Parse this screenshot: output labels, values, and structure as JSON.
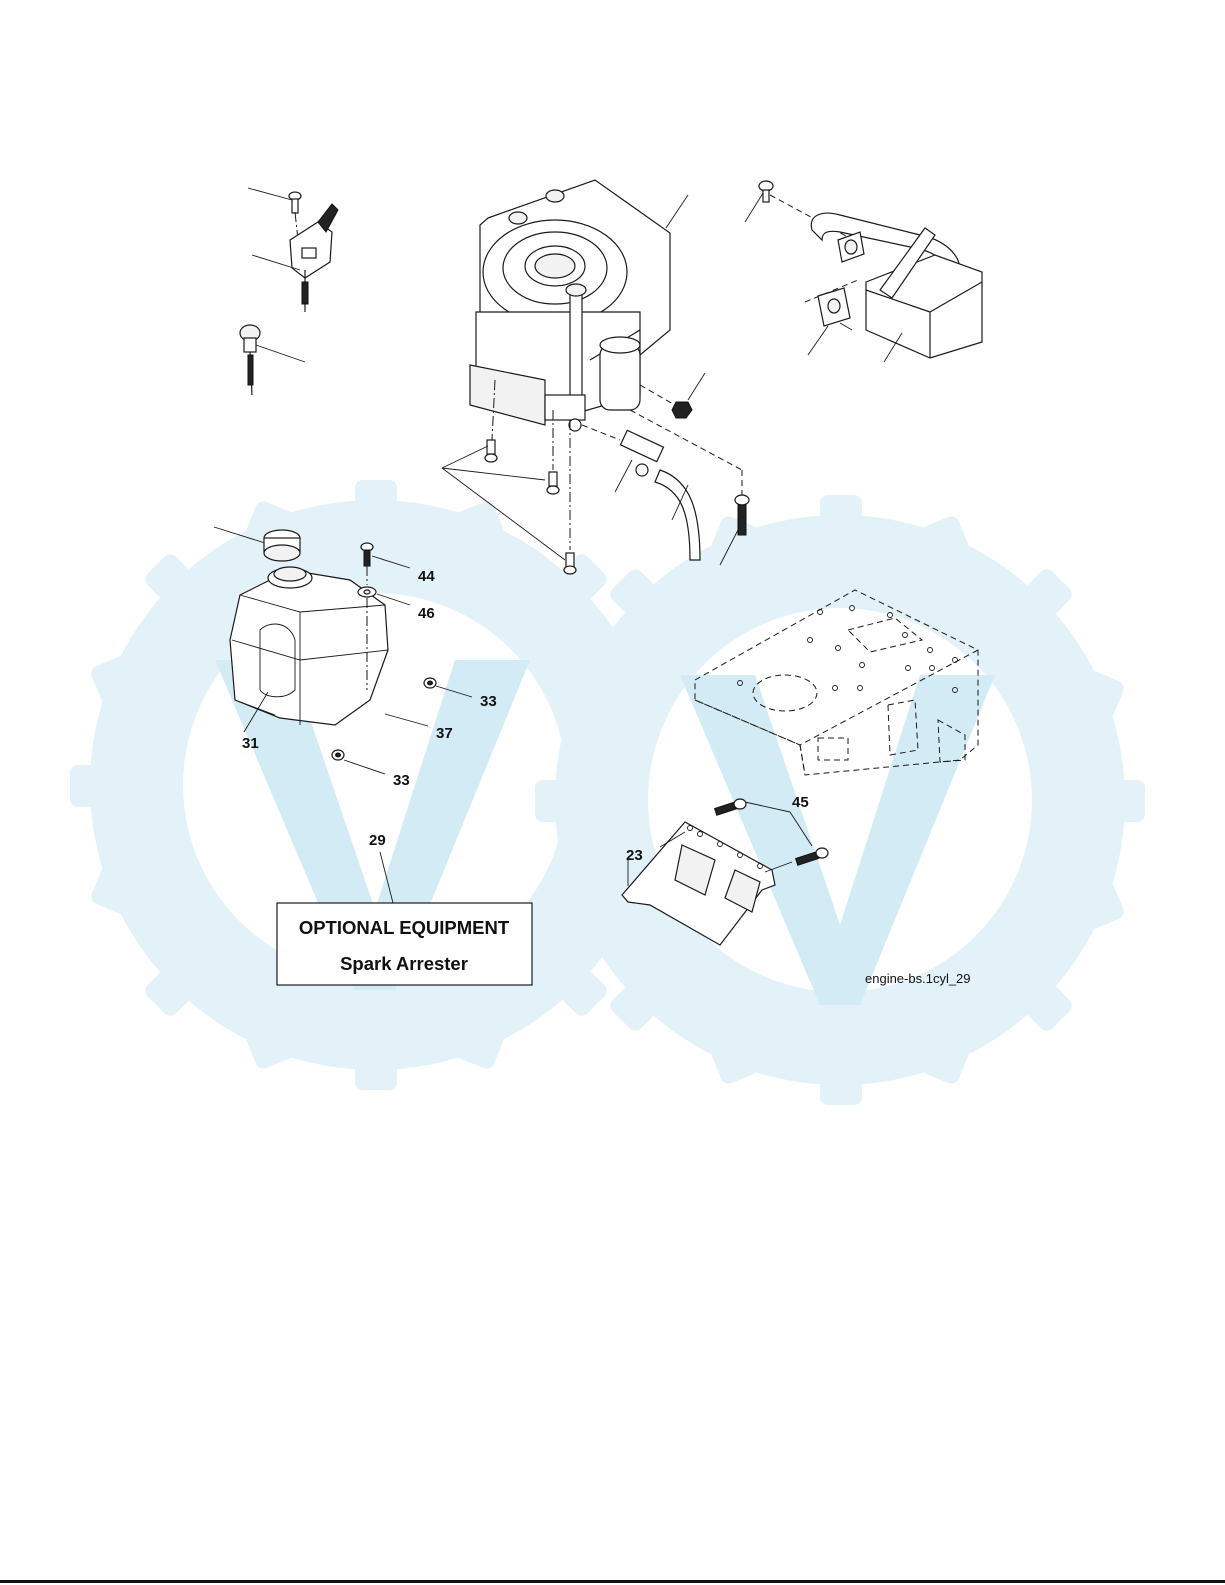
{
  "diagram": {
    "callouts": [
      {
        "id": "44",
        "label": "44"
      },
      {
        "id": "46",
        "label": "46"
      },
      {
        "id": "33a",
        "label": "33"
      },
      {
        "id": "37",
        "label": "37"
      },
      {
        "id": "31",
        "label": "31"
      },
      {
        "id": "33b",
        "label": "33"
      },
      {
        "id": "29",
        "label": "29"
      },
      {
        "id": "45",
        "label": "45"
      },
      {
        "id": "23",
        "label": "23"
      }
    ],
    "optional_box": {
      "title": "OPTIONAL EQUIPMENT",
      "item": "Spark Arrester"
    },
    "drawing_id": "engine-bs.1cyl_29",
    "watermark_color": "#e3f1f8"
  }
}
